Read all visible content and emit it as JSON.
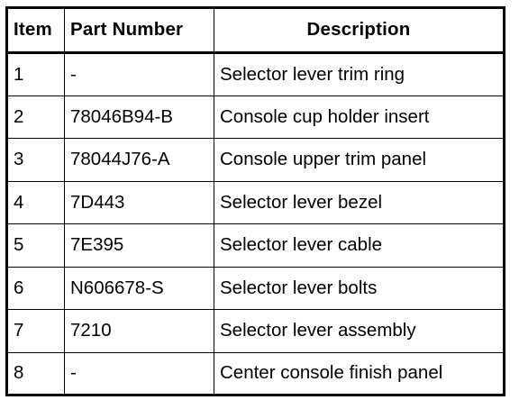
{
  "table": {
    "headers": {
      "item": "Item",
      "part_number": "Part Number",
      "description": "Description"
    },
    "rows": [
      {
        "item": "1",
        "part_number": "-",
        "description": "Selector lever trim ring"
      },
      {
        "item": "2",
        "part_number": "78046B94-B",
        "description": "Console cup holder insert"
      },
      {
        "item": "3",
        "part_number": "78044J76-A",
        "description": "Console upper trim panel"
      },
      {
        "item": "4",
        "part_number": "7D443",
        "description": "Selector lever bezel"
      },
      {
        "item": "5",
        "part_number": "7E395",
        "description": "Selector lever cable"
      },
      {
        "item": "6",
        "part_number": "N606678-S",
        "description": "Selector lever bolts"
      },
      {
        "item": "7",
        "part_number": "7210",
        "description": "Selector lever assembly"
      },
      {
        "item": "8",
        "part_number": "-",
        "description": "Center console finish panel"
      }
    ]
  }
}
